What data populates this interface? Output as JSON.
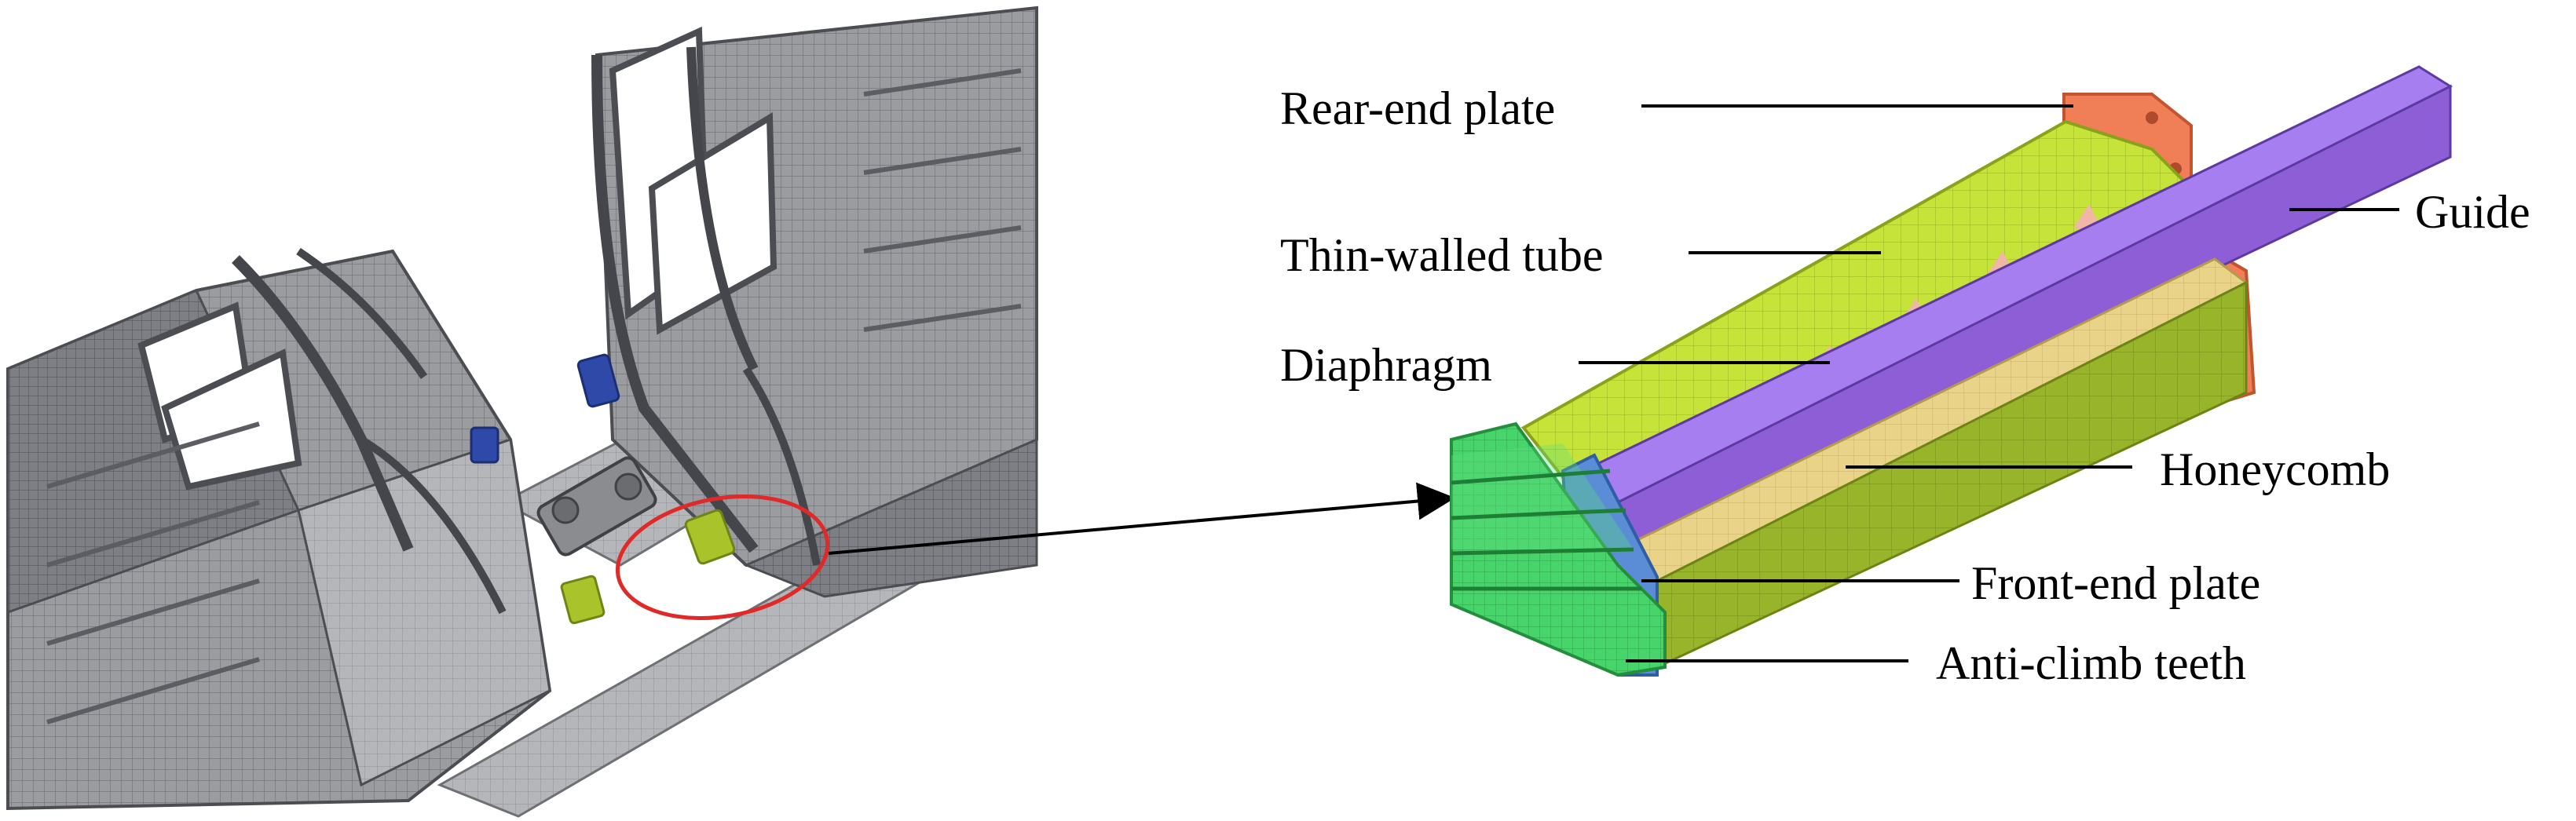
{
  "labels": {
    "rear_end_plate": "Rear-end plate",
    "thin_walled_tube": "Thin-walled tube",
    "diaphragm": "Diaphragm",
    "guide": "Guide",
    "honeycomb": "Honeycomb",
    "front_end_plate": "Front-end plate",
    "anti_climb_teeth": "Anti-climb teeth"
  },
  "colors": {
    "mesh_gray": "#8a8c90",
    "mesh_dark": "#4b4d52",
    "highlight_circle": "#e02a2a",
    "thin_walled_tube": "#c6e33a",
    "guide": "#8e5ed6",
    "honeycomb": "#e9d389",
    "diaphragm": "#f0b6a6",
    "rear_end_plate": "#f07e57",
    "front_end_plate": "#5a8dd6",
    "anti_climb_teeth": "#47d46a",
    "side_wall": "#98b42a"
  }
}
